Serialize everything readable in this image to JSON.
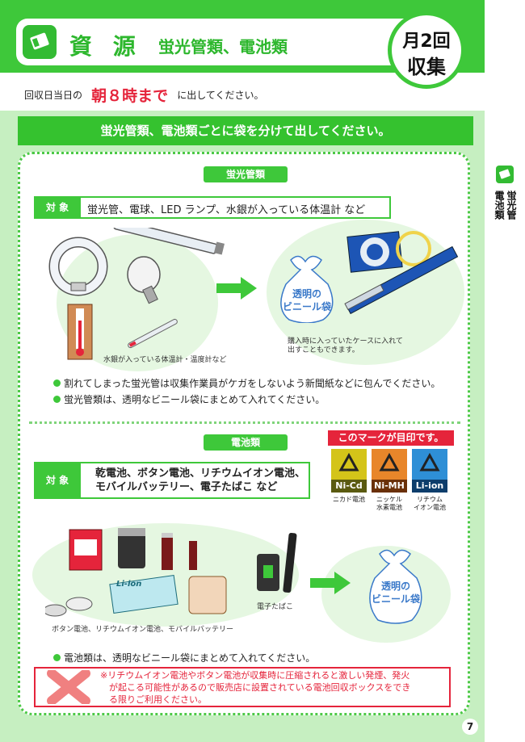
{
  "header": {
    "category": "資 源",
    "subtitle": "蛍光管類、電池類",
    "frequency_line1": "月2回",
    "frequency_line2": "収集"
  },
  "collection_time": {
    "prefix": "回収日当日の",
    "time": "朝８時まで",
    "suffix": "に出してください。"
  },
  "banner": "蛍光管類、電池類ごとに袋を分けて出してください。",
  "fluorescent": {
    "section_label": "蛍光管類",
    "target_label": "対 象",
    "target_text": "蛍光管、電球、LED ランプ、水銀が入っている体温計 など",
    "thermometer_caption": "水銀が入っている体温計・温度計など",
    "bag_text_line1": "透明の",
    "bag_text_line2": "ビニール袋",
    "case_caption": "購入時に入っていたケースに入れて\n出すこともできます。",
    "bullets": [
      "割れてしまった蛍光管は収集作業員がケガをしないよう新聞紙などに包んでください。",
      "蛍光管類は、透明なビニール袋にまとめて入れてください。"
    ]
  },
  "batteries": {
    "section_label": "電池類",
    "target_label": "対 象",
    "target_text": "乾電池、ボタン電池、リチウムイオン電池、\nモバイルバッテリー、電子たばこ など",
    "marks_title": "このマークが目印です。",
    "marks": [
      {
        "code": "Ni-Cd",
        "caption": "ニカド電池",
        "color": "#d4c419"
      },
      {
        "code": "Ni-MH",
        "caption": "ニッケル\n水素電池",
        "color": "#e8862a"
      },
      {
        "code": "Li-ion",
        "caption": "リチウム\nイオン電池",
        "color": "#2e8fd6"
      }
    ],
    "li_ion_label": "Li-ion",
    "ecig_caption": "電子たばこ",
    "battery_caption": "ボタン電池、リチウムイオン電池、モバイルバッテリー",
    "bag_text_line1": "透明の",
    "bag_text_line2": "ビニール袋",
    "bullet": "電池類は、透明なビニール袋にまとめて入れてください。",
    "warning": "※リチウムイオン電池やボタン電池が収集時に圧縮されると激しい発煙、発火\n　が起こる可能性があるので販売店に設置されている電池回収ボックスをでき\n　る限りご利用ください。"
  },
  "side_tab": {
    "line1": "蛍光管",
    "line2": "電池類"
  },
  "page_number": "7",
  "colors": {
    "brand_green": "#3ec83a",
    "light_green": "#c6efc1",
    "accent_red": "#e5243b",
    "bag_blue": "#3a79c9"
  }
}
